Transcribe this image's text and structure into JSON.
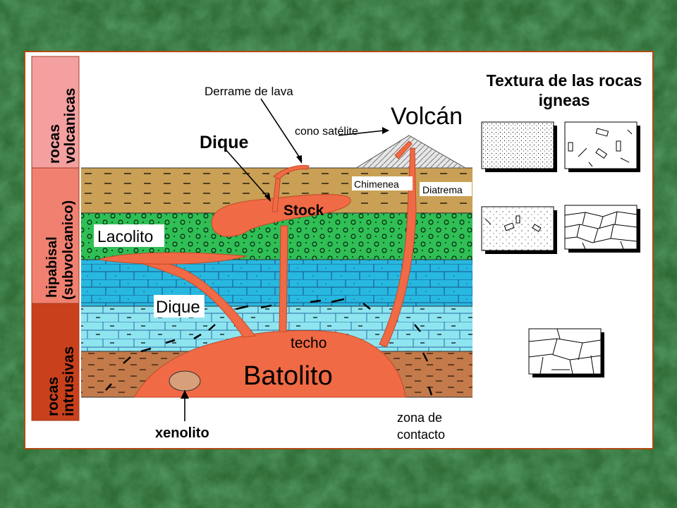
{
  "sidebar": {
    "volcanic": "rocas volcanicas",
    "hypabyssal": "hipabisal (subvolcanico)",
    "intrusive": "rocas intrusivas"
  },
  "labels": {
    "lava_flow": "Derrame de lava",
    "volcano": "Volcán",
    "satellite_cone": "cono satélite",
    "dike_top": "Dique",
    "chimney": "Chimenea",
    "diatreme": "Diatrema",
    "stock": "Stock",
    "laccolith": "Lacolito",
    "dike_bottom": "Dique",
    "roof": "techo",
    "batholith": "Batolito",
    "xenolith": "xenolito",
    "contact_zone_1": "zona de",
    "contact_zone_2": "contacto"
  },
  "texture_panel": {
    "title_1": "Textura de las rocas",
    "title_2": "igneas"
  },
  "colors": {
    "background": "#2f6b35",
    "magma": "#f06a45",
    "layer_brown": "#c9a055",
    "layer_green": "#2fbf55",
    "layer_blue": "#27b8e0",
    "layer_lightblue": "#8ee5f0",
    "layer_bottom": "#c47a4a",
    "side_pink": "#f4a0a0",
    "side_salmon": "#f08070",
    "side_red": "#c8401c"
  }
}
